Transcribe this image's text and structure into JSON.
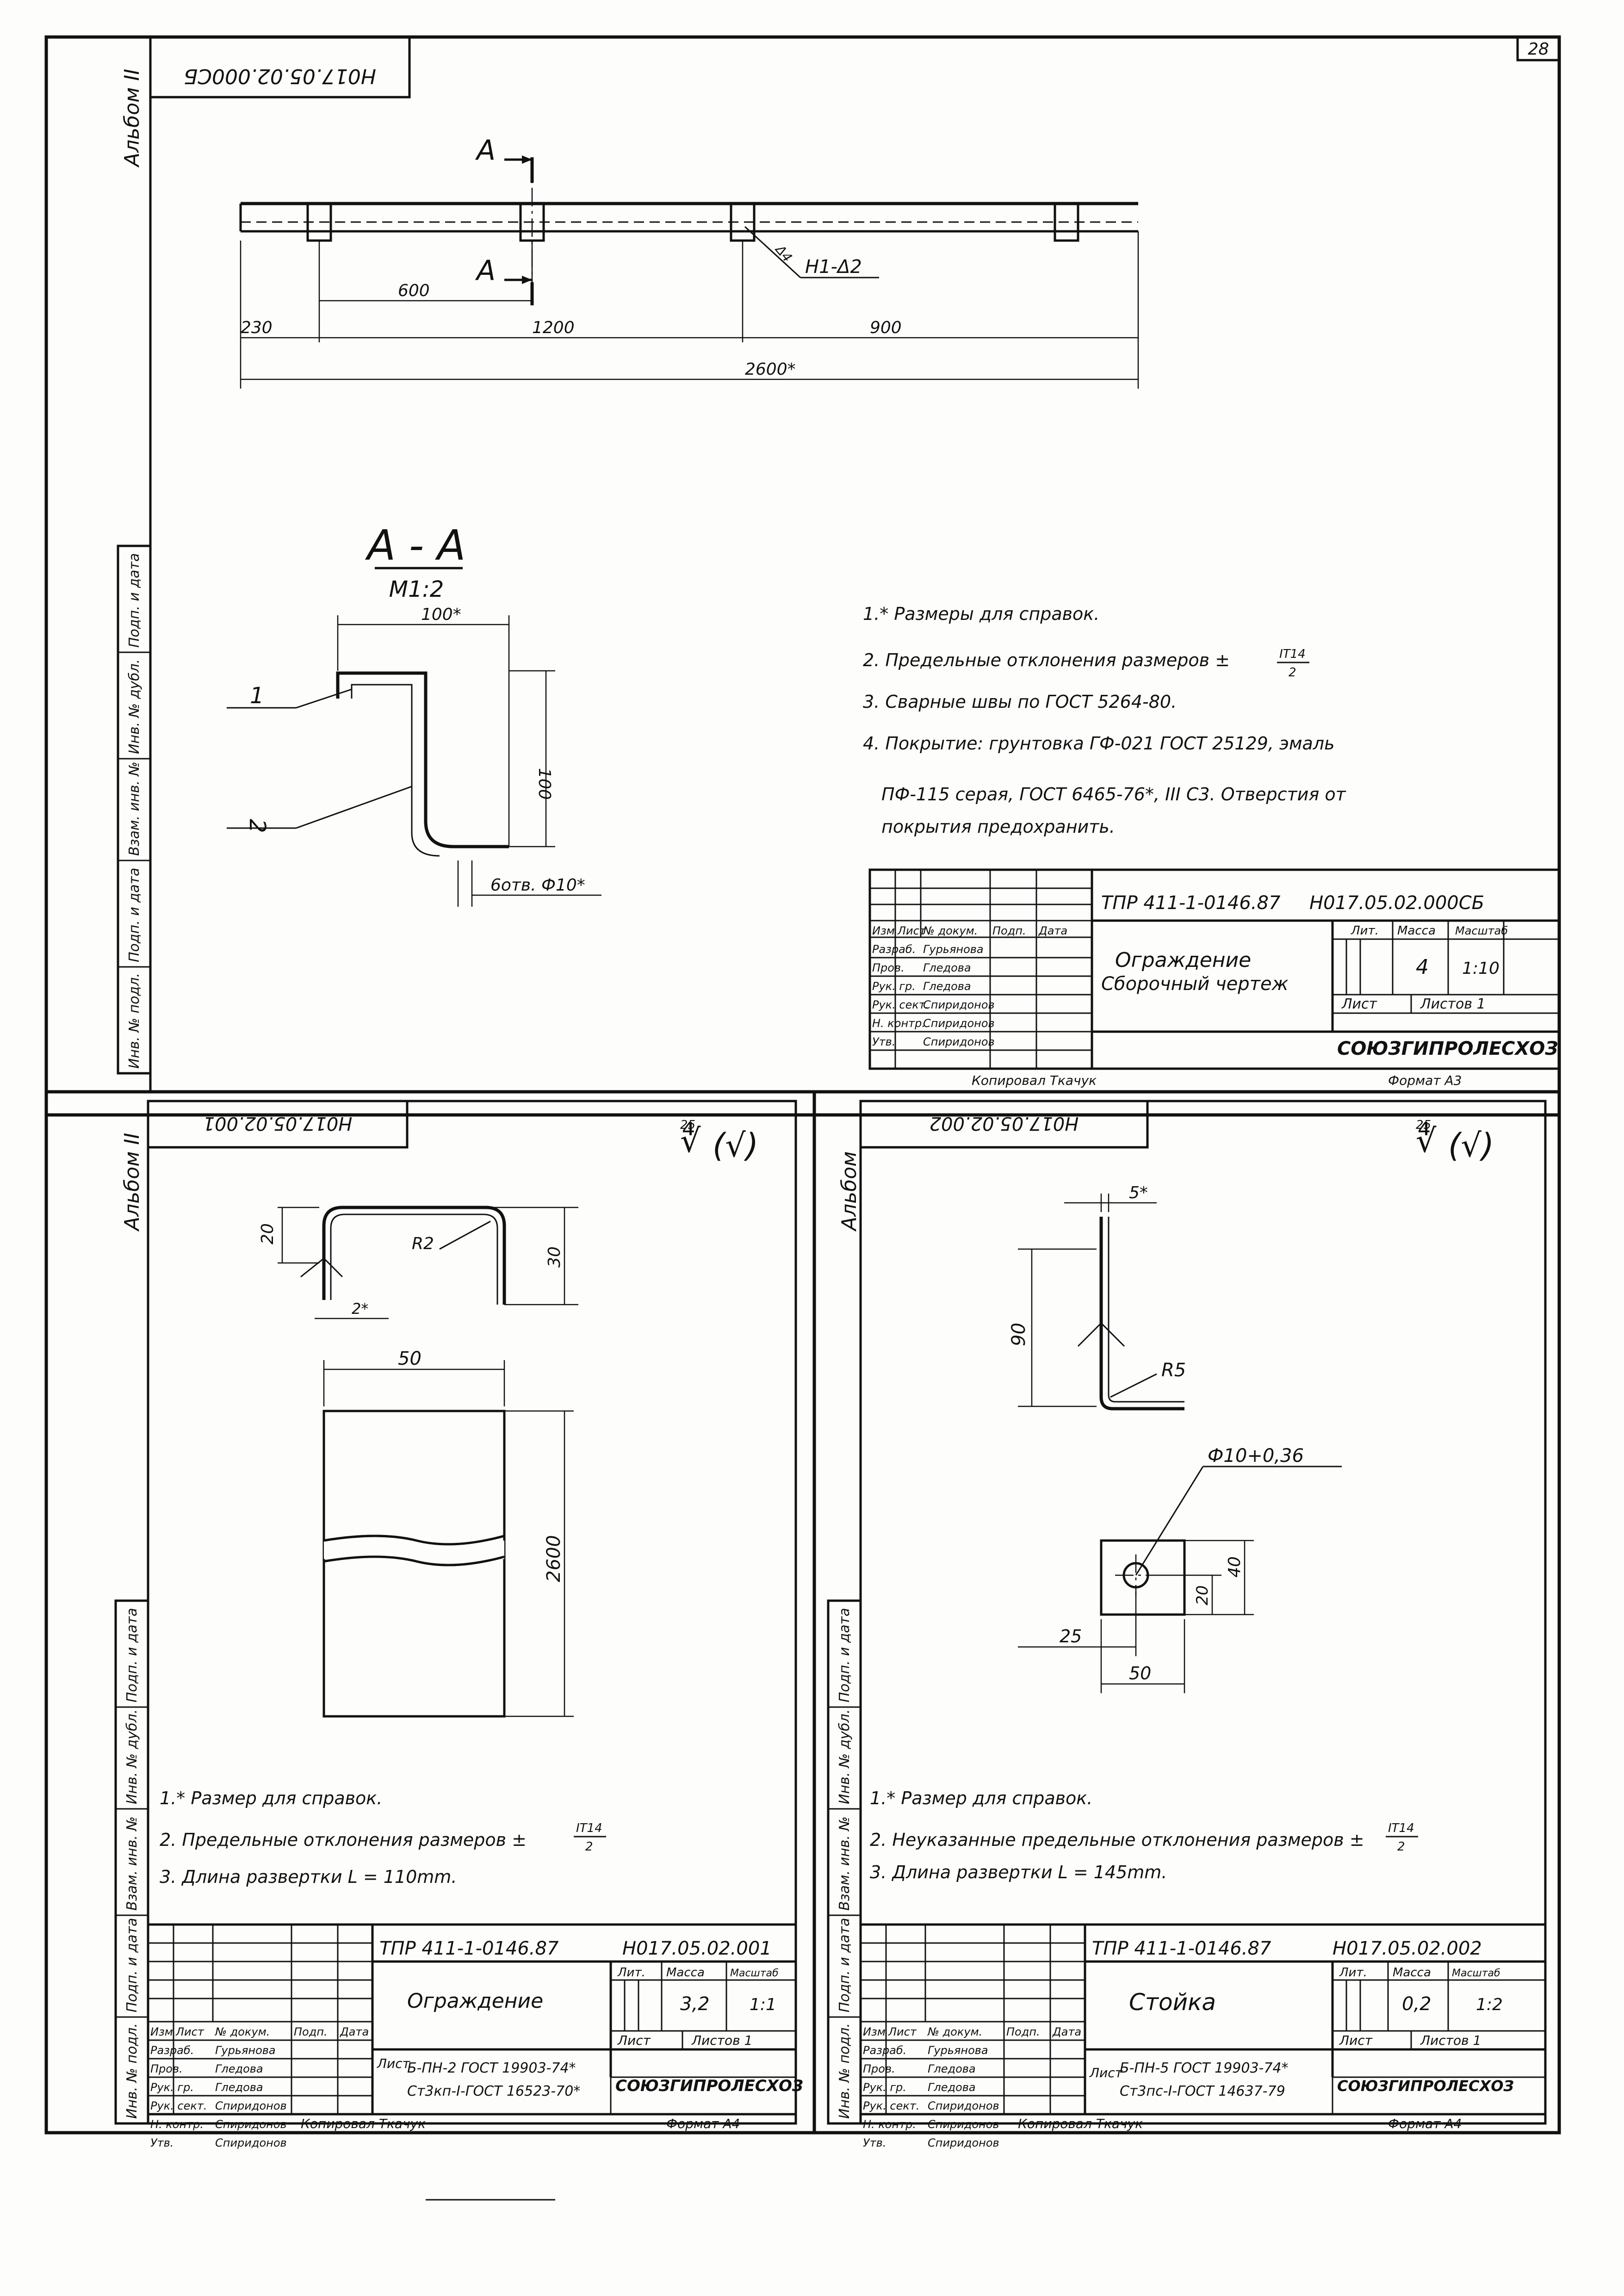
{
  "page_number": "28",
  "album": {
    "label_top": "Альбом II",
    "label_left": "Альбом II",
    "label_right": "Альбом"
  },
  "side_stamp_labels": [
    "Подп. и дата",
    "Инв. № дубл.",
    "Взам. инв. №",
    "Подп. и дата",
    "Инв. № подл."
  ],
  "assembly": {
    "doc_code_rotated": "Н017.05.02.000СБ",
    "section_marker": "А",
    "weld_label": "Н1-Δ2",
    "weld_label2": "Δ4",
    "dims": [
      "230",
      "600",
      "1200",
      "900",
      "2600*"
    ],
    "section_title": "А - А",
    "section_scale": "М1:2",
    "section_dims": [
      "100*",
      "100",
      "6отв. Ф10*"
    ],
    "positions": [
      "1",
      "2"
    ],
    "notes": [
      "1.* Размеры для справок.",
      "2. Предельные отклонения размеров ±",
      "3. Сварные швы по ГОСТ 5264-80.",
      "4. Покрытие: грунтовка ГФ-021 ГОСТ 25129, эмаль",
      "ПФ-115 серая, ГОСТ 6465-76*, III С3. Отверстия от",
      "покрытия предохранить."
    ],
    "tolerance_fraction": {
      "num": "IT14",
      "den": "2"
    },
    "stamp": {
      "project": "ТПР 411-1-0146.87",
      "code": "Н017.05.02.000СБ",
      "title_line1": "Ограждение",
      "title_line2": "Сборочный чертеж",
      "lit_label": "Лит.",
      "mass_label": "Масса",
      "scale_label": "Масштаб",
      "mass": "4",
      "scale": "1:10",
      "sheet_label": "Лист",
      "sheets_label": "Листов 1",
      "org": "СОЮЗГИПРОЛЕСХОЗ",
      "header": [
        "Изм",
        "Лист",
        "№ докум.",
        "Подп.",
        "Дата"
      ],
      "roles": [
        {
          "role": "Разраб.",
          "name": "Гурьянова"
        },
        {
          "role": "Пров.",
          "name": "Гледова"
        },
        {
          "role": "Рук. гр.",
          "name": "Гледова"
        },
        {
          "role": "Рук. сект.",
          "name": "Спиридонов"
        },
        {
          "role": "Н. контр.",
          "name": "Спиридонов"
        },
        {
          "role": "Утв.",
          "name": "Спиридонов"
        }
      ],
      "copied": "Копировал Ткачук",
      "format": "Формат А3"
    }
  },
  "part_001": {
    "doc_code_rotated": "Н017.05.02.001",
    "roughness": "25",
    "dims": [
      "20",
      "R2",
      "30",
      "2*",
      "50",
      "2600"
    ],
    "notes": [
      "1.* Размер для справок.",
      "2. Предельные отклонения размеров ±",
      "3. Длина развертки  L = 110mm."
    ],
    "tolerance_fraction": {
      "num": "IT14",
      "den": "2"
    },
    "stamp": {
      "project": "ТПР 411-1-0146.87",
      "code": "Н017.05.02.001",
      "title": "Ограждение",
      "lit_label": "Лит.",
      "mass_label": "Масса",
      "scale_label": "Масштаб",
      "mass": "3,2",
      "scale": "1:1",
      "sheet_label": "Лист",
      "sheets_label": "Листов 1",
      "material_line1": "Б-ПН-2 ГОСТ 19903-74*",
      "material_line2": "Ст3кп-I-ГОСТ 16523-70*",
      "org": "СОЮЗГИПРОЛЕСХОЗ",
      "header": [
        "Изм",
        "Лист",
        "№ докум.",
        "Подп.",
        "Дата"
      ],
      "roles": [
        {
          "role": "Разраб.",
          "name": "Гурьянова"
        },
        {
          "role": "Пров.",
          "name": "Гледова"
        },
        {
          "role": "Рук. гр.",
          "name": "Гледова"
        },
        {
          "role": "Рук. сект.",
          "name": "Спиридонов"
        },
        {
          "role": "Н. контр.",
          "name": "Спиридонов"
        },
        {
          "role": "Утв.",
          "name": "Спиридонов"
        }
      ],
      "copied": "Копировал Ткачук",
      "format": "Формат А4"
    }
  },
  "part_002": {
    "doc_code_rotated": "Н017.05.02.002",
    "roughness": "25",
    "dims": [
      "5*",
      "90",
      "R5",
      "Ф10+0,36",
      "20",
      "40",
      "25",
      "50"
    ],
    "notes": [
      "1.* Размер для справок.",
      "2. Неуказанные предельные отклонения размеров ±",
      "3. Длина развертки  L = 145mm."
    ],
    "tolerance_fraction": {
      "num": "IT14",
      "den": "2"
    },
    "stamp": {
      "project": "ТПР 411-1-0146.87",
      "code": "Н017.05.02.002",
      "title": "Стойка",
      "lit_label": "Лит.",
      "mass_label": "Масса",
      "scale_label": "Масштаб",
      "mass": "0,2",
      "scale": "1:2",
      "sheet_label": "Лист",
      "sheets_label": "Листов 1",
      "material_line1": "Б-ПН-5 ГОСТ 19903-74*",
      "material_line2": "Ст3пс-I-ГОСТ 14637-79",
      "org": "СОЮЗГИПРОЛЕСХОЗ",
      "header": [
        "Изм",
        "Лист",
        "№ докум.",
        "Подп.",
        "Дата"
      ],
      "roles": [
        {
          "role": "Разраб.",
          "name": "Гурьянова"
        },
        {
          "role": "Пров.",
          "name": "Гледова"
        },
        {
          "role": "Рук. гр.",
          "name": "Гледова"
        },
        {
          "role": "Рук. сект.",
          "name": "Спиридонов"
        },
        {
          "role": "Н. контр.",
          "name": "Спиридонов"
        },
        {
          "role": "Утв.",
          "name": "Спиридонов"
        }
      ],
      "copied": "Копировал Ткачук",
      "format": "Формат А4"
    }
  }
}
